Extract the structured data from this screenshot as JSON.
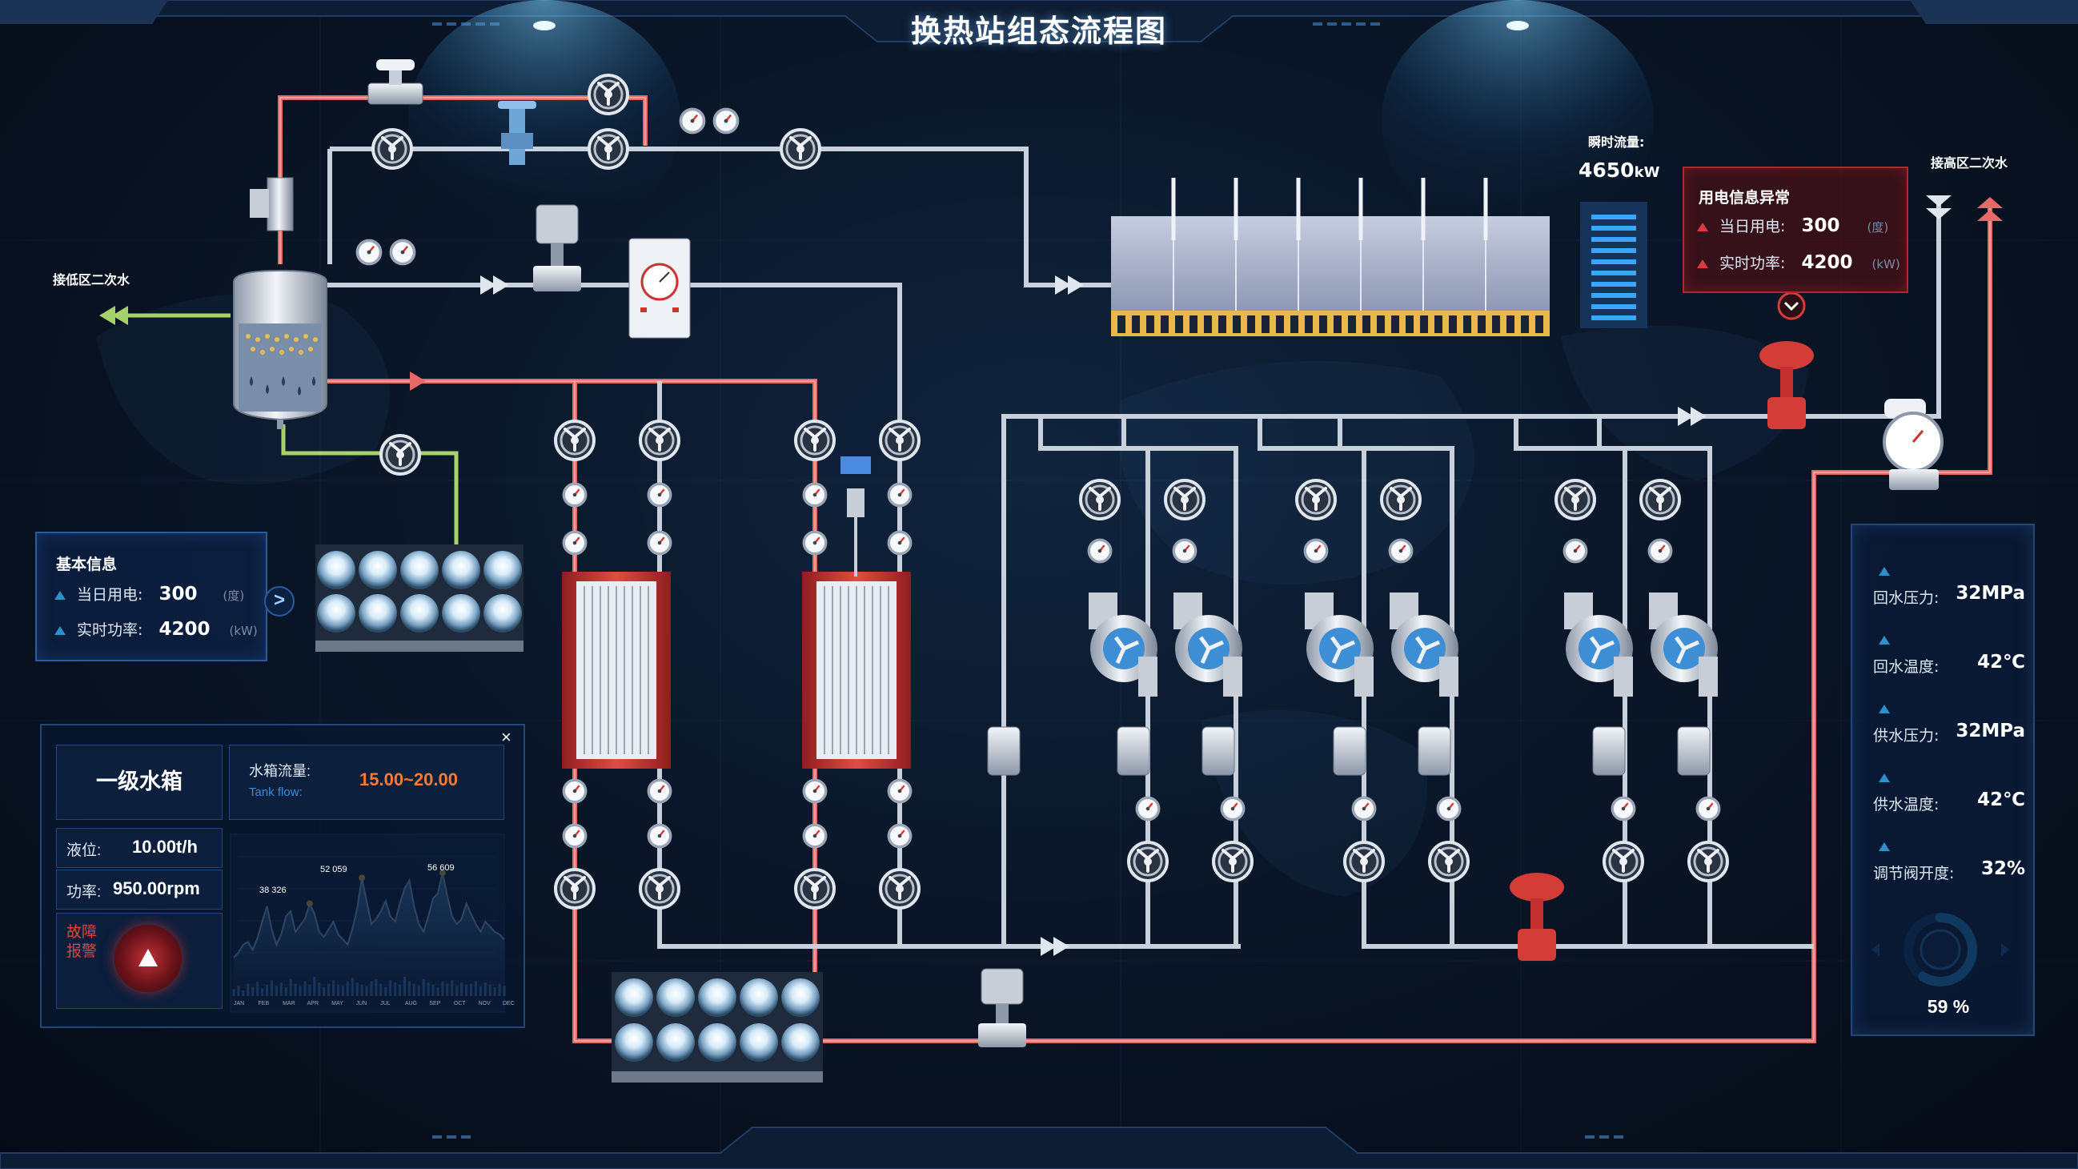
{
  "title": "换热站组态流程图",
  "labels": {
    "low_zone": "接低区二次水",
    "high_zone": "接高区二次水",
    "flow_label": "瞬时流量:",
    "flow_value": "4650",
    "flow_unit": "kW"
  },
  "basic_info": {
    "title": "基本信息",
    "daily_power_label": "当日用电:",
    "daily_power_value": "300",
    "daily_power_unit": "(度)",
    "power_rate_label": "实时功率:",
    "power_rate_value": "4200",
    "power_rate_unit": "(kW)"
  },
  "alarm_info": {
    "title": "用电信息异常",
    "daily_power_label": "当日用电:",
    "daily_power_value": "300",
    "daily_power_unit": "(度)",
    "power_rate_label": "实时功率:",
    "power_rate_value": "4200",
    "power_rate_unit": "(kW)"
  },
  "tank_panel": {
    "name": "一级水箱",
    "flow_label": "水箱流量:",
    "flow_sublabel": "Tank flow:",
    "flow_value": "15.00~20.00",
    "level_label": "液位:",
    "level_value": "10.00t/h",
    "power_label": "功率:",
    "power_value": "950.00rpm",
    "fault_label": "故障报警",
    "close": "×"
  },
  "right_panel": {
    "return_pressure_label": "回水压力:",
    "return_pressure_value": "32MPa",
    "return_temp_label": "回水温度:",
    "return_temp_value": "42℃",
    "supply_pressure_label": "供水压力:",
    "supply_pressure_value": "32MPa",
    "supply_temp_label": "供水温度:",
    "supply_temp_value": "42℃",
    "valve_open_label": "调节阀开度:",
    "valve_open_value": "32%",
    "gauge_percent": 59,
    "gauge_text": "59 %"
  },
  "chart_data": {
    "type": "area",
    "peak_labels": [
      "38 326",
      "52 059",
      "56 609"
    ],
    "x_ticks": [
      "JAN",
      "FEB",
      "MAR",
      "APR",
      "MAY",
      "JUN",
      "JUL",
      "AUG",
      "SEP",
      "OCT",
      "NOV",
      "DEC"
    ],
    "values": [
      30,
      34,
      40,
      42,
      36,
      45,
      58,
      70,
      52,
      40,
      48,
      62,
      66,
      50,
      55,
      60,
      72,
      64,
      50,
      46,
      52,
      58,
      48,
      44,
      40,
      52,
      68,
      92,
      74,
      56,
      60,
      66,
      74,
      62,
      58,
      72,
      84,
      90,
      70,
      56,
      50,
      62,
      76,
      80,
      96,
      78,
      62,
      56,
      60,
      72,
      64,
      56,
      50,
      58,
      54,
      50,
      48,
      44
    ],
    "bars": [
      12,
      18,
      10,
      22,
      16,
      25,
      14,
      20,
      28,
      18,
      24,
      16,
      30,
      22,
      18,
      26,
      20,
      34,
      24,
      16,
      22,
      28,
      20,
      18,
      26,
      32,
      24,
      20,
      18,
      26,
      30,
      22,
      16,
      28,
      24,
      20,
      34,
      26,
      22,
      18,
      30,
      24,
      20,
      16,
      26,
      22,
      28,
      18,
      24,
      20,
      22,
      26,
      18,
      24,
      20,
      16,
      22,
      18
    ]
  },
  "colors": {
    "hot_pipe": "#d84a4a",
    "cold_pipe": "#c8d0dc",
    "green_pipe": "#a7d26a",
    "panel_border": "#2b5aa0",
    "accent": "#ff7a2f",
    "gauge": "#2ab0ff"
  },
  "icons": [
    "valve-icon",
    "pump-icon",
    "gauge-icon",
    "heat-exchanger-icon",
    "water-tank-icon",
    "control-valve-icon",
    "alarm-icon",
    "chevron-right-icon"
  ]
}
